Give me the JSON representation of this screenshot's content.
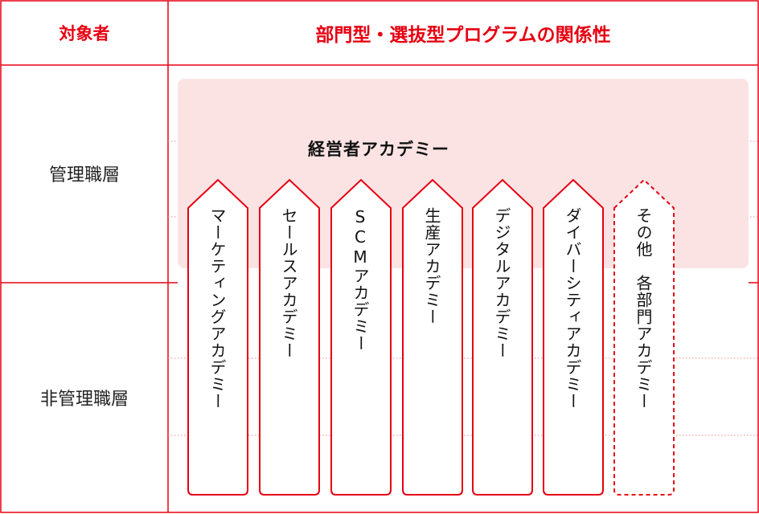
{
  "header": {
    "target_label": "対象者",
    "title": "部門型・選抜型プログラムの関係性"
  },
  "rows": {
    "manager": "管理職層",
    "non_manager": "非管理職層"
  },
  "executive_academy": "経営者アカデミー",
  "academies": [
    {
      "label": "マーケティングアカデミー",
      "style": "solid"
    },
    {
      "label": "セールスアカデミー",
      "style": "solid"
    },
    {
      "label": "SCMアカデミー",
      "style": "solid"
    },
    {
      "label": "生産アカデミー",
      "style": "solid"
    },
    {
      "label": "デジタルアカデミー",
      "style": "solid"
    },
    {
      "label": "ダイバーシティアカデミー",
      "style": "solid"
    },
    {
      "label": "その他　各部門アカデミー",
      "style": "dashed"
    }
  ],
  "colors": {
    "accent": "#e60012",
    "exec_fill": "#fbe3e4",
    "grid_dotted": "#f08a8f"
  }
}
